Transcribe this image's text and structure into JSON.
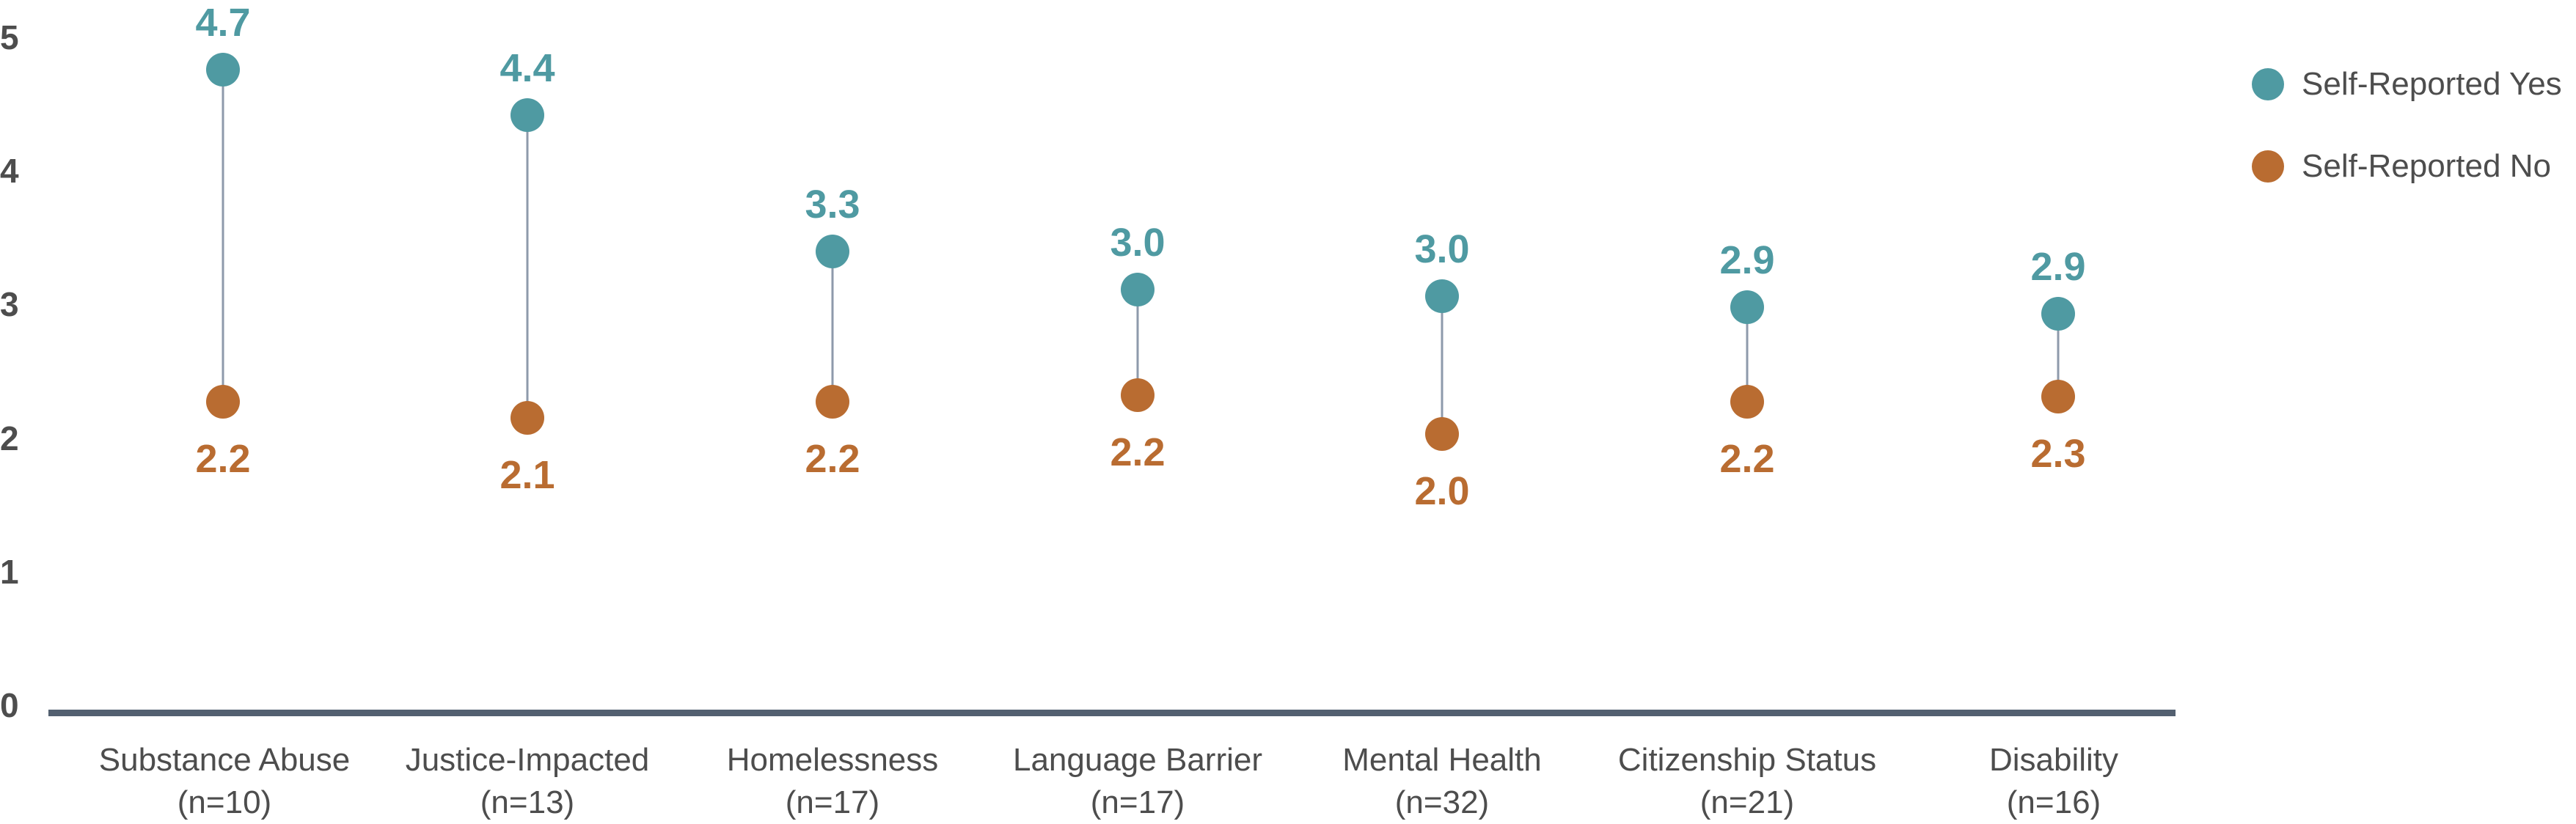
{
  "colors": {
    "yes": "#4f9aa2",
    "no": "#b96c31",
    "axis": "#536070",
    "connector": "#8e9aab",
    "text": "#4d4d4d"
  },
  "legend": [
    {
      "label": "Self-Reported Yes",
      "series": "yes"
    },
    {
      "label": "Self-Reported No",
      "series": "no"
    }
  ],
  "y_ticks": [
    "5",
    "4",
    "3",
    "2",
    "1",
    "0"
  ],
  "categories": [
    {
      "name": "Substance Abuse",
      "n": "(n=10)",
      "yes_label": "4.7",
      "no_label": "2.2"
    },
    {
      "name": "Justice-Impacted",
      "n": "(n=13)",
      "yes_label": "4.4",
      "no_label": "2.1"
    },
    {
      "name": "Homelessness",
      "n": "(n=17)",
      "yes_label": "3.3",
      "no_label": "2.2"
    },
    {
      "name": "Language Barrier",
      "n": "(n=17)",
      "yes_label": "3.0",
      "no_label": "2.2"
    },
    {
      "name": "Mental Health",
      "n": "(n=32)",
      "yes_label": "3.0",
      "no_label": "2.0"
    },
    {
      "name": "Citizenship Status",
      "n": "(n=21)",
      "yes_label": "2.9",
      "no_label": "2.2"
    },
    {
      "name": "Disability",
      "n": "(n=16)",
      "yes_label": "2.9",
      "no_label": "2.3"
    }
  ],
  "chart_data": {
    "type": "dumbbell",
    "title": "",
    "xlabel": "",
    "ylabel": "",
    "ylim": [
      0,
      5
    ],
    "yticks": [
      0,
      1,
      2,
      3,
      4,
      5
    ],
    "grid": false,
    "legend_position": "top-right",
    "categories": [
      "Substance Abuse (n=10)",
      "Justice-Impacted (n=13)",
      "Homelessness (n=17)",
      "Language Barrier (n=17)",
      "Mental Health (n=32)",
      "Citizenship Status (n=21)",
      "Disability (n=16)"
    ],
    "series": [
      {
        "name": "Self-Reported Yes",
        "color": "#4f9aa2",
        "values": [
          4.7,
          4.4,
          3.3,
          3.0,
          3.0,
          2.9,
          2.9
        ],
        "plot_positions": [
          4.76,
          4.42,
          3.4,
          3.11,
          3.06,
          2.98,
          2.93
        ]
      },
      {
        "name": "Self-Reported No",
        "color": "#b96c31",
        "values": [
          2.2,
          2.1,
          2.2,
          2.2,
          2.0,
          2.2,
          2.3
        ],
        "plot_positions": [
          2.27,
          2.15,
          2.27,
          2.32,
          2.03,
          2.27,
          2.31
        ]
      }
    ]
  }
}
